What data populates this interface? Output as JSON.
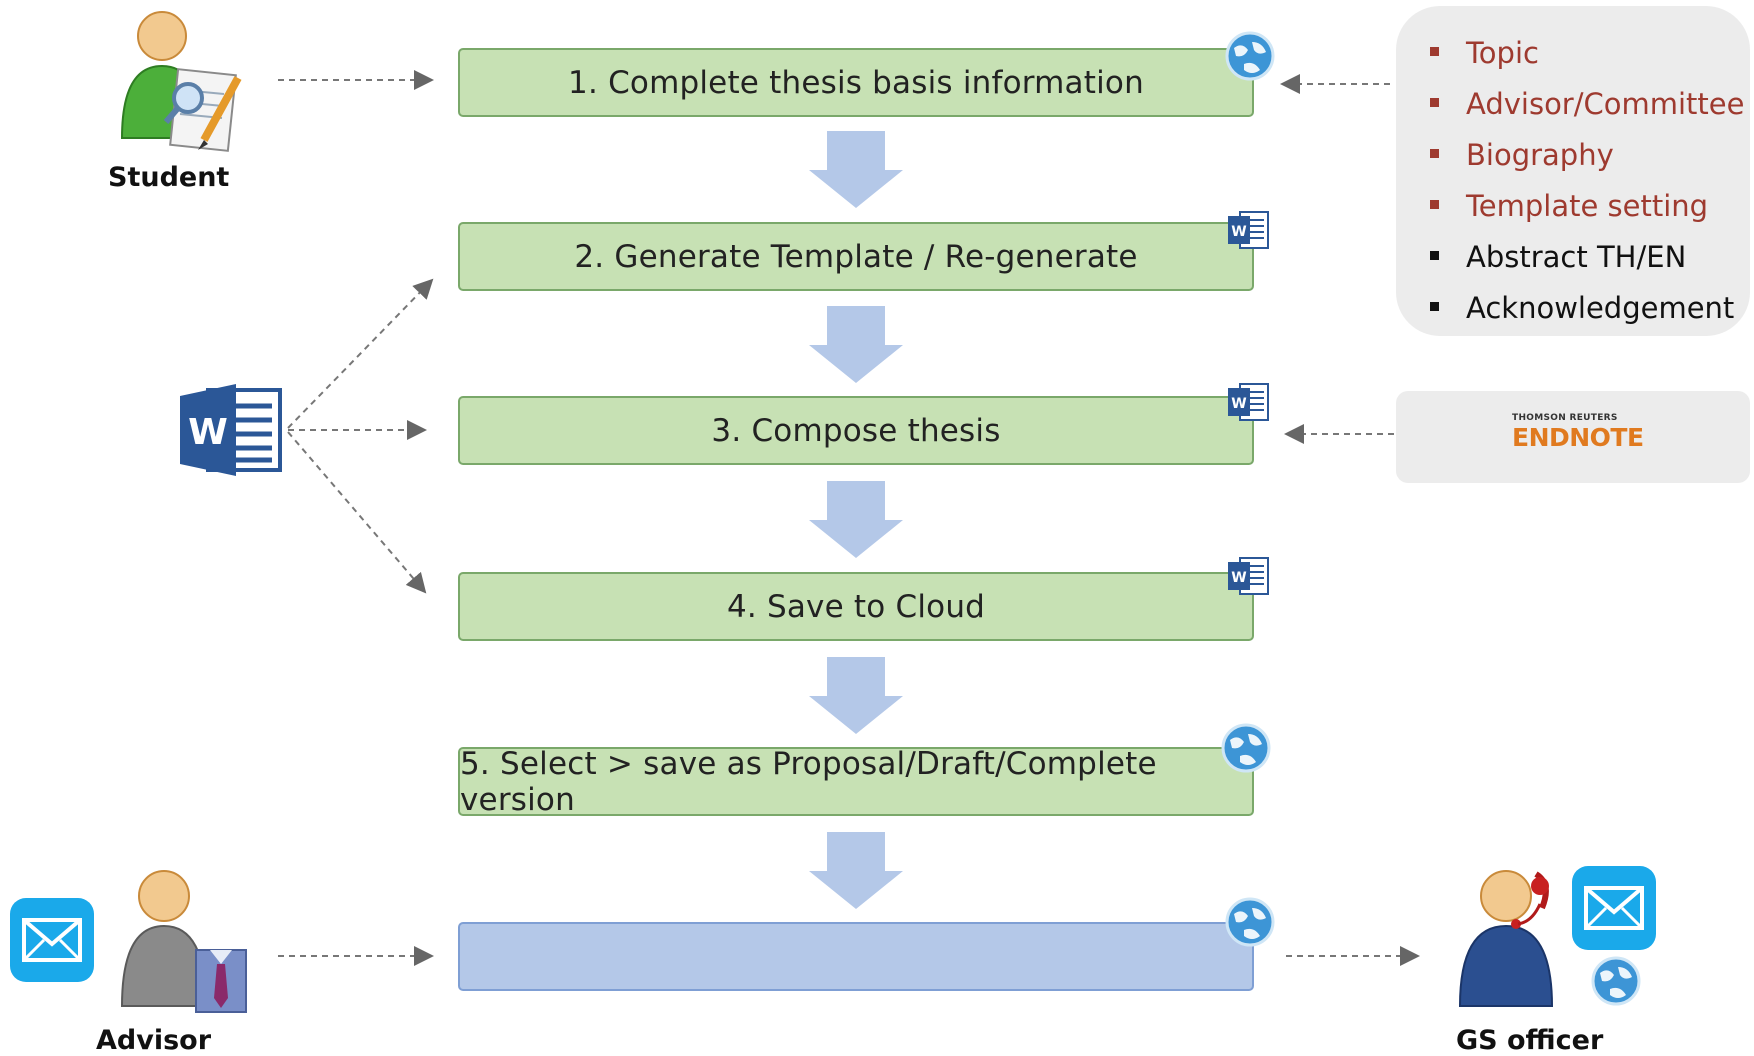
{
  "steps": [
    {
      "label": "1. Complete thesis basis information",
      "badge": "globe-icon"
    },
    {
      "label": "2. Generate Template / Re-generate",
      "badge": "word-icon"
    },
    {
      "label": "3. Compose thesis",
      "badge": "word-icon"
    },
    {
      "label": "4. Save to Cloud",
      "badge": "word-icon"
    },
    {
      "label": "5. Select > save as Proposal/Draft/Complete version",
      "badge": "globe-icon"
    },
    {
      "label": "",
      "badge": "globe-icon"
    }
  ],
  "actors": {
    "student": "Student",
    "advisor": "Advisor",
    "gs_officer": "GS officer"
  },
  "info_items": [
    {
      "label": "Topic",
      "color": "#9e3a2f"
    },
    {
      "label": "Advisor/Committee",
      "color": "#9e3a2f"
    },
    {
      "label": "Biography",
      "color": "#9e3a2f"
    },
    {
      "label": "Template setting",
      "color": "#9e3a2f"
    },
    {
      "label": "Abstract TH/EN",
      "color": "#111111"
    },
    {
      "label": "Acknowledgement",
      "color": "#111111"
    }
  ],
  "endnote": {
    "brand_small": "THOMSON REUTERS",
    "brand_big": "ENDNOTE"
  },
  "colors": {
    "step_fill": "#c7e1b4",
    "final_step_fill": "#b4c8e8",
    "down_arrow": "#b4c8e8",
    "mail_icon": "#1aa9ea",
    "word_blue": "#2b5797",
    "endnote_orange": "#e07a1f"
  }
}
